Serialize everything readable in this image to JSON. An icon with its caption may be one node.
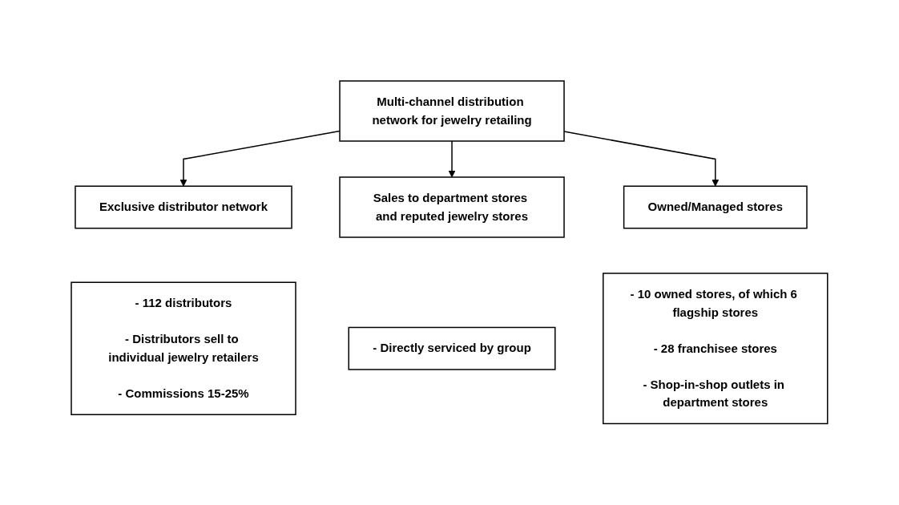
{
  "diagram": {
    "nodes": [
      {
        "text": [
          "Multi-channel distribution network for jewelry retailing"
        ]
      },
      {
        "text": [
          "Exclusive distributor network"
        ]
      },
      {
        "text": [
          "Sales to department stores and reputed jewelry stores"
        ]
      },
      {
        "text": [
          "Owned/Managed stores"
        ]
      },
      {
        "text": [
          "- 112 distributors",
          "- Distributors sell to individual jewelry retailers",
          "- Commissions 15-25%"
        ]
      },
      {
        "text": [
          "- Directly serviced by group"
        ]
      },
      {
        "text": [
          "- 10 owned stores, of which 6 flagship stores",
          "- 28 franchisee stores",
          "- Shop-in-shop outlets in department stores"
        ]
      }
    ],
    "edges": [
      {
        "from": 0,
        "to": 1,
        "arrow": "to"
      },
      {
        "from": 0,
        "to": 2,
        "arrow": "to"
      },
      {
        "from": 0,
        "to": 3,
        "arrow": "to"
      }
    ]
  }
}
